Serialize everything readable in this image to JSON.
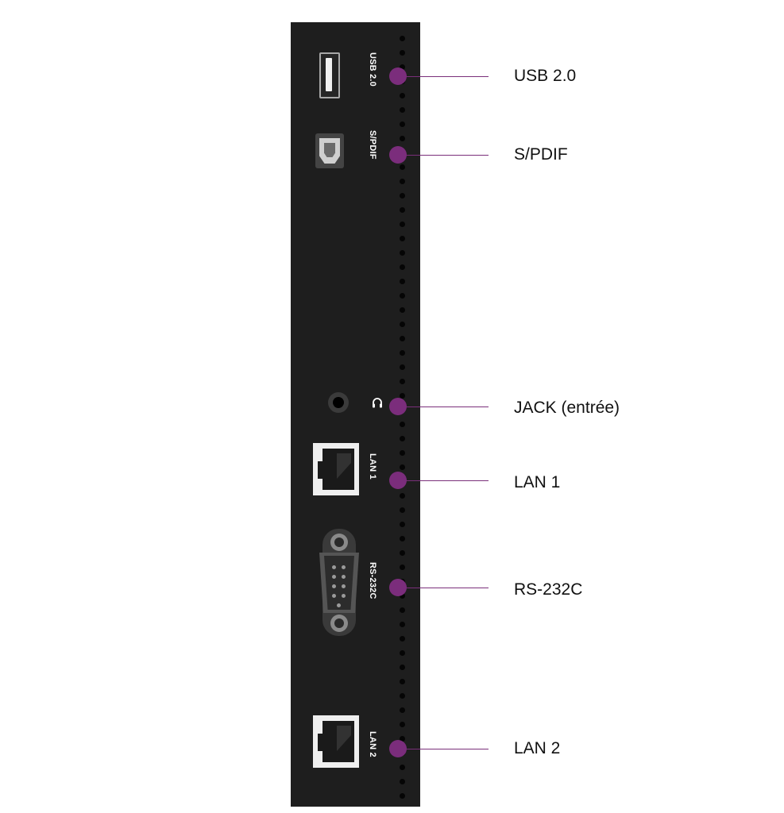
{
  "panel_labels": {
    "usb": "USB 2.0",
    "spdif": "S/PDIF",
    "lan1": "LAN 1",
    "rs232": "RS-232C",
    "lan2": "LAN 2",
    "headphone_icon": "headphone-icon"
  },
  "callouts": [
    {
      "label": "USB 2.0"
    },
    {
      "label": "S/PDIF"
    },
    {
      "label": "JACK (entrée)"
    },
    {
      "label": "LAN 1"
    },
    {
      "label": "RS-232C"
    },
    {
      "label": "LAN 2"
    }
  ],
  "colors": {
    "panel": "#1e1e1e",
    "accent": "#7b2d7c",
    "text": "#111111"
  }
}
